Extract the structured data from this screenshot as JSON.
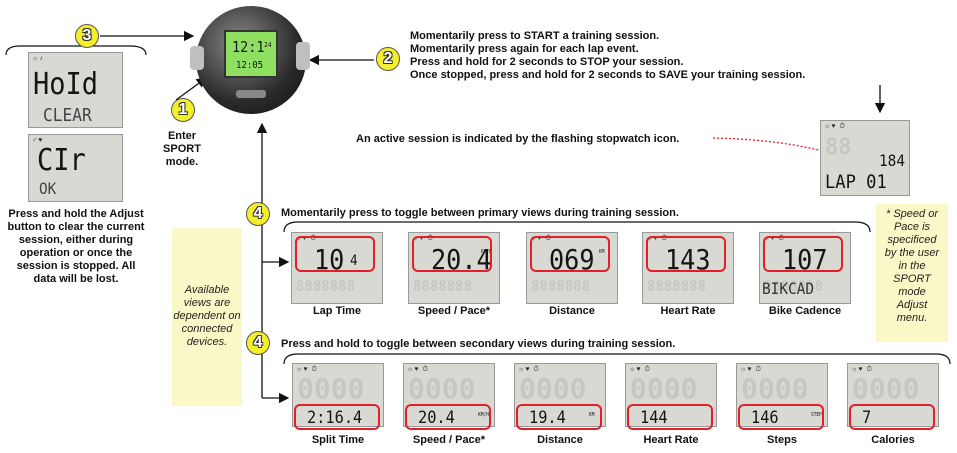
{
  "watch": {
    "time_top": "12:1",
    "time_suffix": "24",
    "time_bottom": "12:05"
  },
  "step1": {
    "number": "1",
    "label": "Enter SPORT mode."
  },
  "step2": {
    "number": "2",
    "lines": [
      "Momentarily press to START a training session.",
      "Momentarily press again for each lap event.",
      "Press and hold for 2 seconds to STOP your session.",
      "Once stopped, press and hold for 2 seconds to SAVE your training session."
    ]
  },
  "step3": {
    "number": "3",
    "screen_top": "HoId",
    "screen_top_sub": "CLEAR",
    "screen_bottom": "CIr",
    "screen_bottom_sub": "OK",
    "text": "Press and hold the Adjust button to clear the current session, either during operation or once the session is stopped. All data will be lost."
  },
  "active_note": "An active session is indicated by the flashing stopwatch icon.",
  "lap_screen": {
    "value": "184",
    "sub": "LAP 01"
  },
  "step4a": {
    "number": "4",
    "heading": "Momentarily press to toggle between primary views during training session.",
    "views": [
      {
        "value": "10",
        "suffix": "4",
        "unit": "",
        "sub": "",
        "label": "Lap Time"
      },
      {
        "value": "20.4",
        "suffix": "",
        "unit": "KM/H",
        "sub": "",
        "label": "Speed / Pace*"
      },
      {
        "value": "069",
        "suffix": "",
        "unit": "KM",
        "sub": "",
        "label": "Distance"
      },
      {
        "value": "143",
        "suffix": "",
        "unit": "",
        "sub": "",
        "label": "Heart Rate"
      },
      {
        "value": "107",
        "suffix": "",
        "unit": "",
        "sub": "BIKCAD",
        "label": "Bike Cadence"
      }
    ]
  },
  "step4b": {
    "number": "4",
    "heading": "Press and hold to toggle between secondary views during training session.",
    "views": [
      {
        "value": "2:16.4",
        "unit": "",
        "label": "Split Time"
      },
      {
        "value": "20.4",
        "unit": "KM/H",
        "label": "Speed / Pace*"
      },
      {
        "value": "19.4",
        "unit": "KM",
        "label": "Distance"
      },
      {
        "value": "144",
        "unit": "",
        "label": "Heart Rate"
      },
      {
        "value": "146",
        "unit": "STEP",
        "label": "Steps"
      },
      {
        "value": "7",
        "unit": "",
        "label": "Calories"
      }
    ]
  },
  "available_note": "Available views are dependent on connected devices.",
  "speed_note": "* Speed or Pace is specificed by the user in the SPORT mode Adjust menu.",
  "colors": {
    "accent_red": "#e2202a",
    "note_bg": "#fbf8c8",
    "step_yellow": "#f4ef2a",
    "watch_screen": "#8fe060"
  }
}
